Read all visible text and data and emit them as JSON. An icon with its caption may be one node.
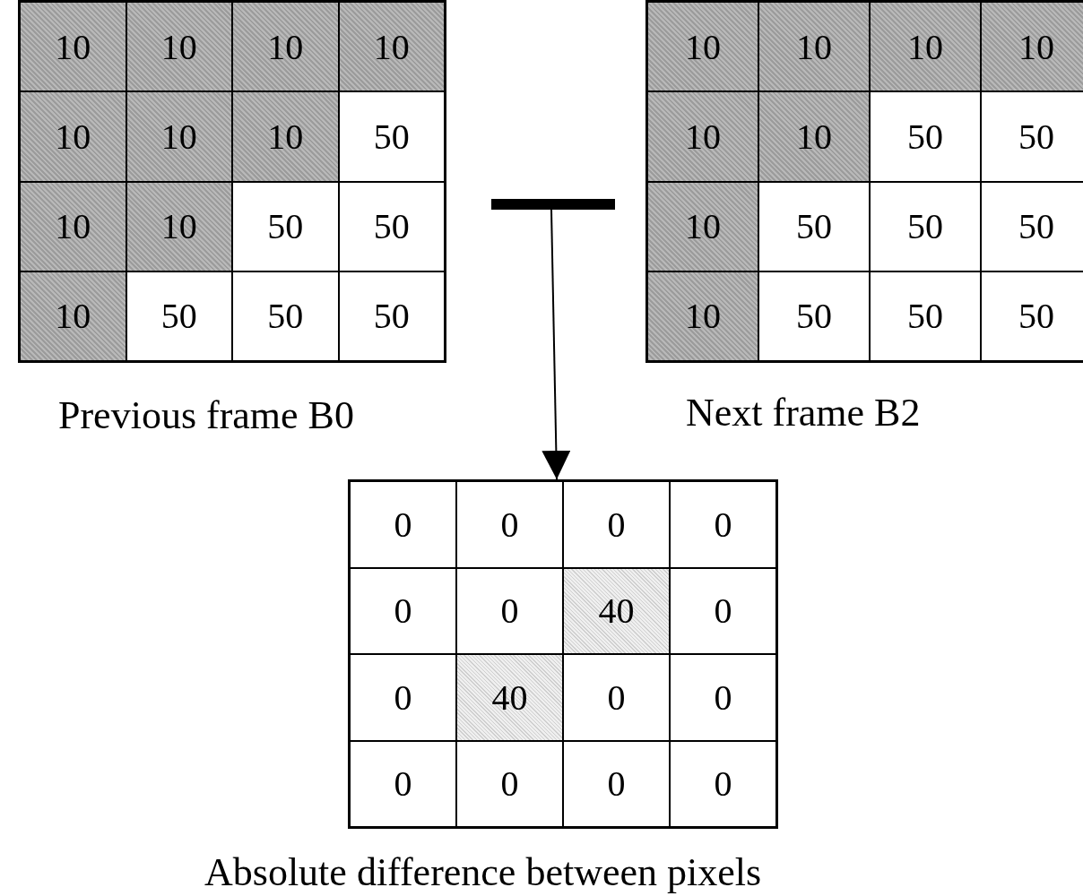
{
  "diagram": {
    "nodes": [
      {
        "text": [
          "10",
          "10",
          "10",
          "10",
          "10",
          "10",
          "10",
          "50",
          "10",
          "10",
          "50",
          "50",
          "10",
          "50",
          "50",
          "50",
          "Previous frame B0"
        ]
      },
      {
        "text": [],
        "shape": "bar"
      },
      {
        "text": [
          "10",
          "10",
          "10",
          "10",
          "10",
          "10",
          "50",
          "50",
          "10",
          "50",
          "50",
          "50",
          "10",
          "50",
          "50",
          "50",
          "Next frame B2"
        ]
      },
      {
        "text": [
          "0",
          "0",
          "0",
          "0",
          "0",
          "0",
          "40",
          "0",
          "0",
          "40",
          "0",
          "0",
          "0",
          "0",
          "0",
          "0",
          "Absolute difference between pixels"
        ]
      }
    ],
    "edges": [
      {
        "from": 1,
        "to": 3,
        "arrow": "to"
      }
    ]
  }
}
